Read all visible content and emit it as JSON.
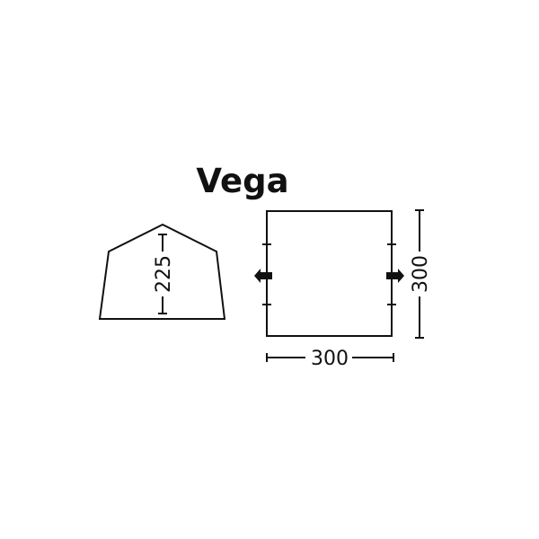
{
  "title": "Vega",
  "side_view": {
    "height_label": "225"
  },
  "floor_plan": {
    "depth_label": "300",
    "width_label": "300"
  },
  "colors": {
    "line": "#111111",
    "background": "#ffffff"
  }
}
